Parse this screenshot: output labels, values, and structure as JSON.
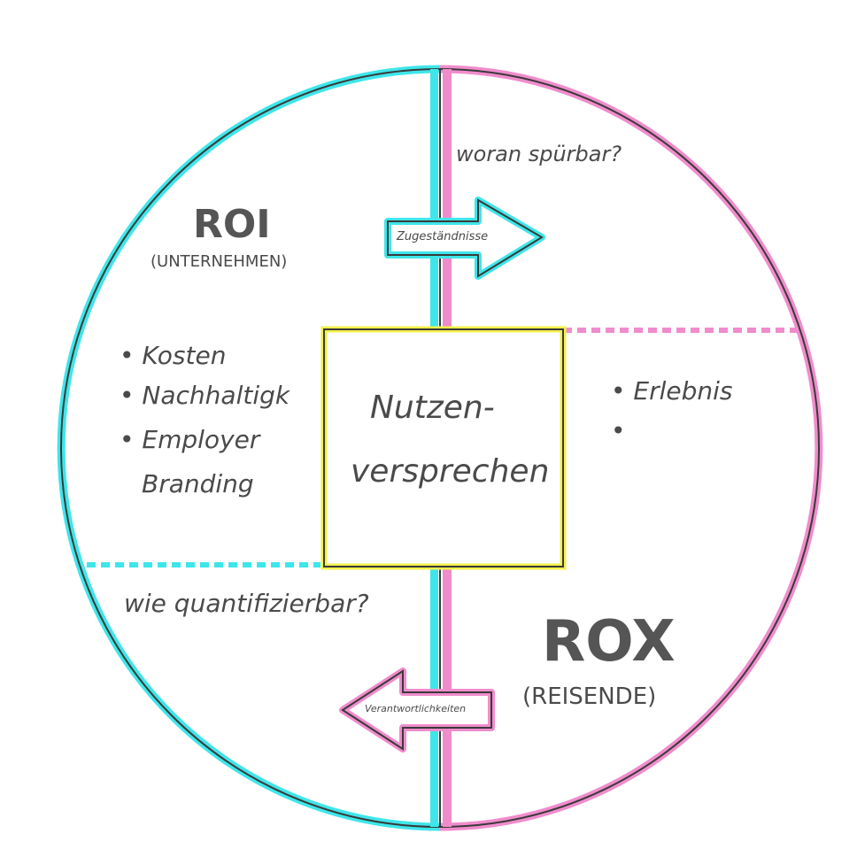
{
  "colors": {
    "cyan": "#3ee6ea",
    "pink": "#f08ccc",
    "yellow": "#f2f04a",
    "ink": "#3a3a3a"
  },
  "left": {
    "title": "ROI",
    "subtitle": "(UNTERNEHMEN)",
    "items": [
      "• Kosten",
      "• Nachhaltigk",
      "• Employer",
      "Branding"
    ],
    "question": "wie quantifizierbar?"
  },
  "right": {
    "title": "ROX",
    "subtitle": "(REISENDE)",
    "items": [
      "• Erlebnis",
      "•"
    ],
    "question": "woran spürbar?"
  },
  "center": {
    "line1": "Nutzen-",
    "line2": "versprechen"
  },
  "arrows": {
    "right": "Zugeständnisse",
    "left": "Verantwortlichkeiten"
  }
}
